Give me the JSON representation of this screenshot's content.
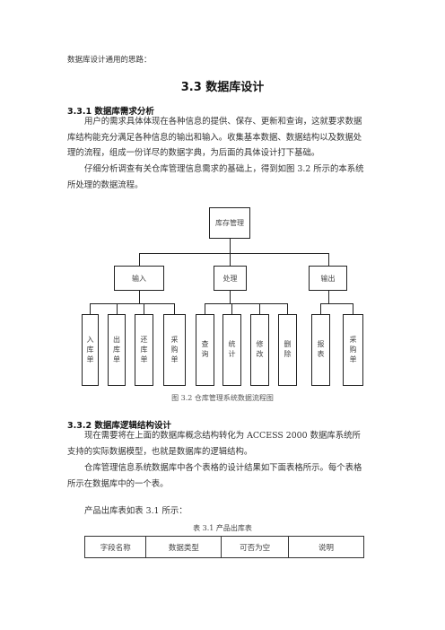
{
  "intro": "数据库设计通用的思路：",
  "section_title": "3.3 数据库设计",
  "sub1_title": "3.3.1 数据库需求分析",
  "sub1_p1_lines": [
    "用户的需求具体体现在各种信息的提供、保存、更新和查询，这就要求数据",
    "库结构能充分满足各种信息的输出和输入。收集基本数据、数据结构以及数据处",
    "理的流程，组成一份详尽的数据字典，为后面的具体设计打下基础。"
  ],
  "sub1_p2_lines": [
    "仔细分析调查有关仓库管理信息需求的基础上，得到如图 3.2 所示的本系统",
    "所处理的数据流程。"
  ],
  "diagram": {
    "root": "库存管理",
    "level2": [
      "输入",
      "处理",
      "输出"
    ],
    "leaves": [
      "入库单",
      "出库单",
      "还库单",
      "采购单",
      "查询",
      "统计",
      "修改",
      "删除",
      "报表",
      "采购单"
    ]
  },
  "figure_caption": "图 3.2  仓库管理系统数据流程图",
  "sub2_title": "3.3.2 数据库逻辑结构设计",
  "sub2_p1_lines": [
    "现在需要将在上面的数据库概念结构转化为 ACCESS 2000 数据库系统所",
    "支持的实际数据模型，也就是数据库的逻辑结构。"
  ],
  "sub2_p2_lines": [
    "仓库管理信息系统数据库中各个表格的设计结果如下面表格所示。每个表格",
    "所示在数据库中的一个表。"
  ],
  "sub2_p3": "产品出库表如表 3.1 所示：",
  "table_caption": "表  3.1 产品出库表",
  "table_headers": [
    "字段名称",
    "数据类型",
    "可否为空",
    "说明"
  ]
}
